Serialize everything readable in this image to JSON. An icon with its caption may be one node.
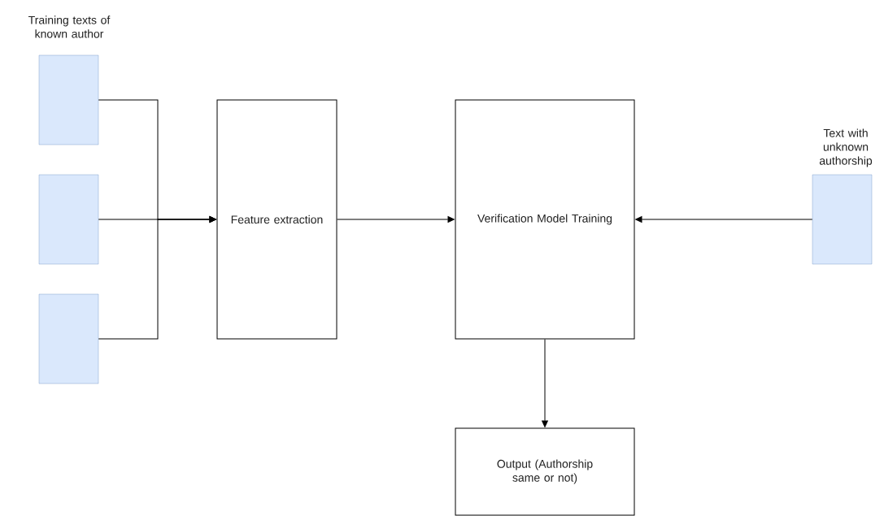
{
  "diagram": {
    "nodes": [
      {
        "text": [],
        "shape": "box",
        "beside": [
          "Training texts of known author"
        ]
      },
      {
        "text": [],
        "shape": "box"
      },
      {
        "text": [],
        "shape": "box"
      },
      {
        "text": [
          "Feature extraction"
        ]
      },
      {
        "text": [
          "Verification Model Training"
        ]
      },
      {
        "text": [],
        "shape": "box",
        "beside": [
          "Text with unknown authorship"
        ]
      },
      {
        "text": [
          "Output (Authorship same or not)"
        ]
      }
    ],
    "edges": [
      {
        "from": 0,
        "to": 3,
        "arrow": "to"
      },
      {
        "from": 1,
        "to": 3,
        "arrow": "to"
      },
      {
        "from": 2,
        "to": 3,
        "arrow": "to"
      },
      {
        "from": 3,
        "to": 4,
        "arrow": "to"
      },
      {
        "from": 5,
        "to": 4,
        "arrow": "to"
      },
      {
        "from": 4,
        "to": 6,
        "arrow": "to"
      }
    ]
  }
}
